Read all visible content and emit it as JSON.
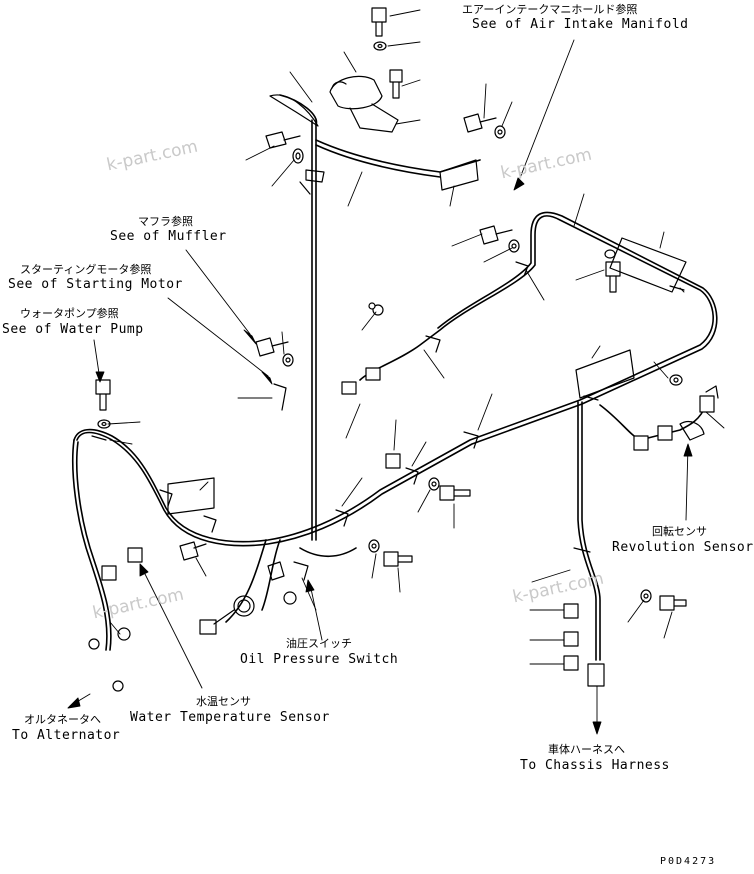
{
  "labels": {
    "air_intake_jp": "エアーインテークマニホールド参照",
    "air_intake_en": "See of Air Intake Manifold",
    "muffler_jp": "マフラ参照",
    "muffler_en": "See of Muffler",
    "starting_motor_jp": "スターティングモータ参照",
    "starting_motor_en": "See of Starting Motor",
    "water_pump_jp": "ウォータポンプ参照",
    "water_pump_en": "See of Water Pump",
    "revolution_jp": "回転センサ",
    "revolution_en": "Revolution Sensor",
    "oil_pressure_jp": "油圧スイッチ",
    "oil_pressure_en": "Oil Pressure Switch",
    "water_temp_jp": "水温センサ",
    "water_temp_en": "Water Temperature Sensor",
    "alternator_jp": "オルタネータへ",
    "alternator_en": "To Alternator",
    "chassis_jp": "車体ハーネスへ",
    "chassis_en": "To Chassis Harness"
  },
  "watermarks": [
    "k-part.com",
    "k-part.com",
    "k-part.com",
    "k-part.com"
  ],
  "figure_code": "P0D4273",
  "colors": {
    "line": "#000000",
    "watermark": "#c9c9c9",
    "background": "#ffffff"
  }
}
